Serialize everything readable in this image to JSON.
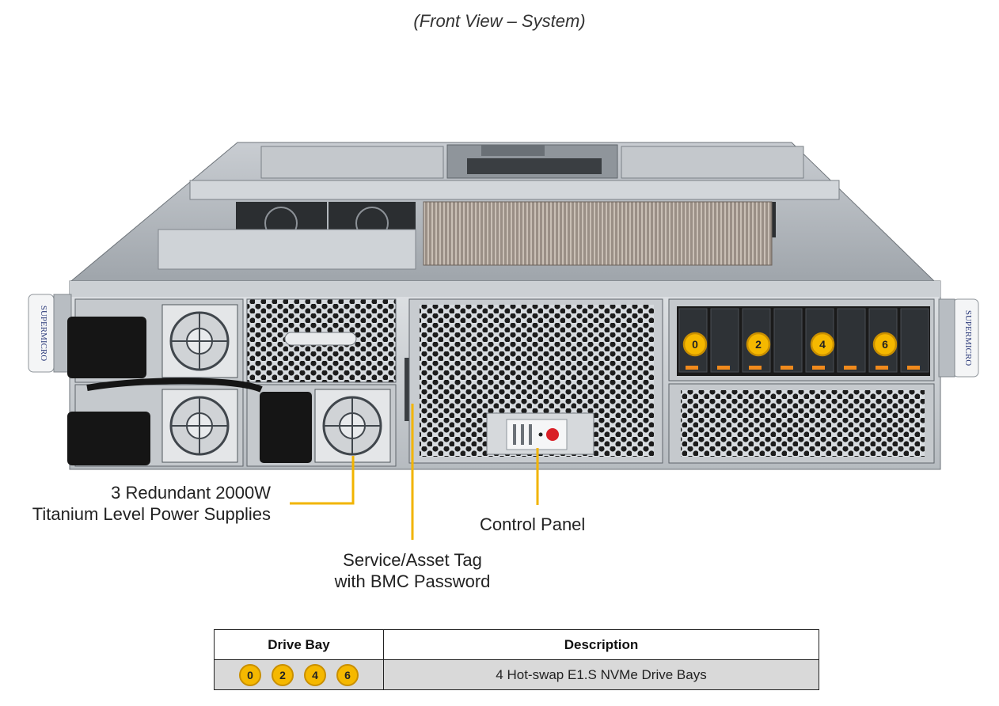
{
  "title": "(Front View – System)",
  "callouts": {
    "psu": [
      "3 Redundant 2000W",
      "Titanium Level Power Supplies"
    ],
    "control_panel": "Control Panel",
    "service_tag": [
      "Service/Asset Tag",
      "with BMC Password"
    ]
  },
  "chassis": {
    "brand": "SUPERMICRO",
    "drive_bay_numbers": [
      "0",
      "2",
      "4",
      "6"
    ]
  },
  "table": {
    "headers": [
      "Drive Bay",
      "Description"
    ],
    "rows": [
      {
        "bays": [
          "0",
          "2",
          "4",
          "6"
        ],
        "description": "4 Hot-swap E1.S NVMe Drive Bays"
      }
    ]
  },
  "colors": {
    "badge": "#f5b800",
    "leader_line": "#f2b400",
    "chassis": "#b9bec4",
    "table_row": "#d9d9d9"
  }
}
